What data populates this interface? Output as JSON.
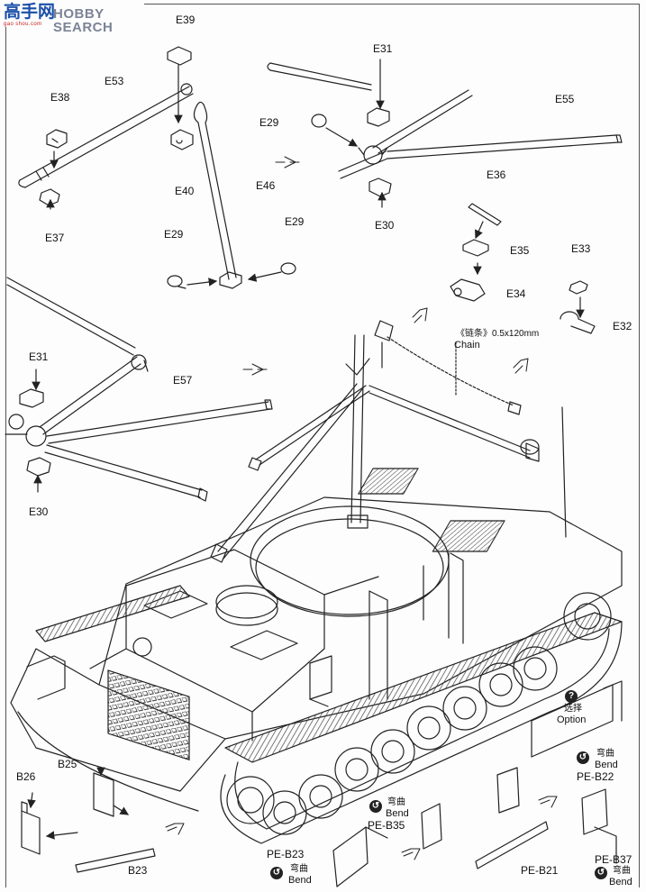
{
  "logo": {
    "cn": "高手网",
    "sub": "gao shou.com",
    "en": "HOBBY SEARCH"
  },
  "labels": {
    "E39": "E39",
    "E53": "E53",
    "E38": "E38",
    "E40": "E40",
    "E46": "E46",
    "E37": "E37",
    "E29a": "E29",
    "E29b": "E29",
    "E31a": "E31",
    "E29c": "E29",
    "E55": "E55",
    "E30a": "E30",
    "E36": "E36",
    "E35": "E35",
    "E34": "E34",
    "E33": "E33",
    "E32": "E32",
    "E31b": "E31",
    "E57": "E57",
    "E30b": "E30",
    "chain_cn": "《链条》0.5x120mm",
    "chain_en": "Chain",
    "option_cn": "选择",
    "option_en": "Option",
    "bend_cn_1": "弯曲",
    "bend_en_1": "Bend",
    "PE_B22": "PE-B22",
    "B26": "B26",
    "B25": "B25",
    "B23": "B23",
    "bend_cn_2": "弯曲",
    "bend_en_2": "Bend",
    "PE_B35": "PE-B35",
    "PE_B23": "PE-B23",
    "bend_cn_3": "弯曲",
    "bend_en_3": "Bend",
    "PE_B21": "PE-B21",
    "PE_B37": "PE-B37",
    "bend_cn_4": "弯曲",
    "bend_en_4": "Bend"
  },
  "symbols": {
    "option_badge": "?",
    "bend_badge": "↺"
  },
  "colors": {
    "line": "#222222",
    "hatch": "#444444",
    "logo_blue": "#1a4fa8",
    "logo_red": "#c62020"
  }
}
